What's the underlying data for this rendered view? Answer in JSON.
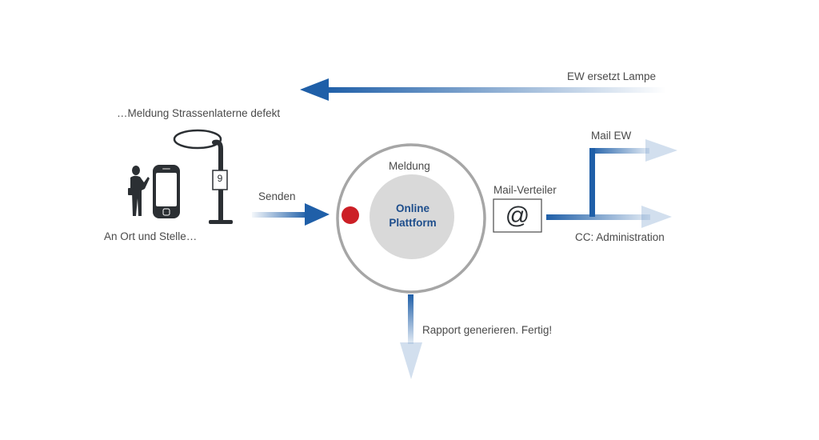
{
  "labels": {
    "replace": "EW ersetzt Lampe",
    "report_defect": "…Meldung Strassenlaterne defekt",
    "on_site": "An Ort und Stelle…",
    "send": "Senden",
    "meldung": "Meldung",
    "platform_line1": "Online",
    "platform_line2": "Plattform",
    "mail_distributor": "Mail-Verteiler",
    "at_symbol": "@",
    "mail_ew": "Mail EW",
    "cc_admin": "CC: Administration",
    "report_done": "Rapport generieren. Fertig!",
    "lamp_number": "9"
  },
  "colors": {
    "arrow_blue": "#1f5fa8",
    "light_blue": "#d6e6f5",
    "red_dot": "#cc1f26",
    "circle_gray": "#a6a6a6",
    "inner_gray": "#d9d9d9",
    "platform_text": "#1e4e8c",
    "dark_device": "#2b2f33"
  },
  "icons": [
    "person-silhouette-icon",
    "smartphone-icon",
    "street-lamp-icon",
    "at-sign-icon"
  ]
}
